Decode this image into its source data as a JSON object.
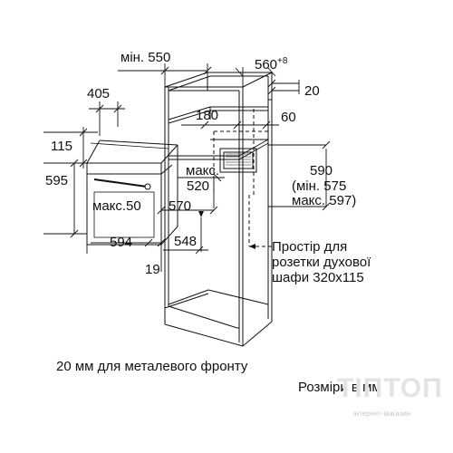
{
  "dimensions": {
    "min_550": "мін. 550",
    "w_560": "560",
    "w_560_sup": "+8",
    "gap_20": "20",
    "d_405": "405",
    "d_180": "180",
    "d_60": "60",
    "h_115": "115",
    "max_label": "макс.",
    "d_520": "520",
    "h_595": "595",
    "max_50": "макс.50",
    "d_570": "570",
    "d_594": "594",
    "d_548": "548",
    "d_19": "19",
    "h_590": "590",
    "min_575": "(мін. 575",
    "max_597": "макс. 597)"
  },
  "notes": {
    "socket_space": [
      "Простір для",
      "розетки духової",
      "шафи 320x115"
    ],
    "metal_front": "20 мм для металевого фронту",
    "units": "Розміри в мм"
  },
  "watermark": {
    "logo": "ТІПТОП",
    "subtitle": "інтернет-магазин"
  }
}
